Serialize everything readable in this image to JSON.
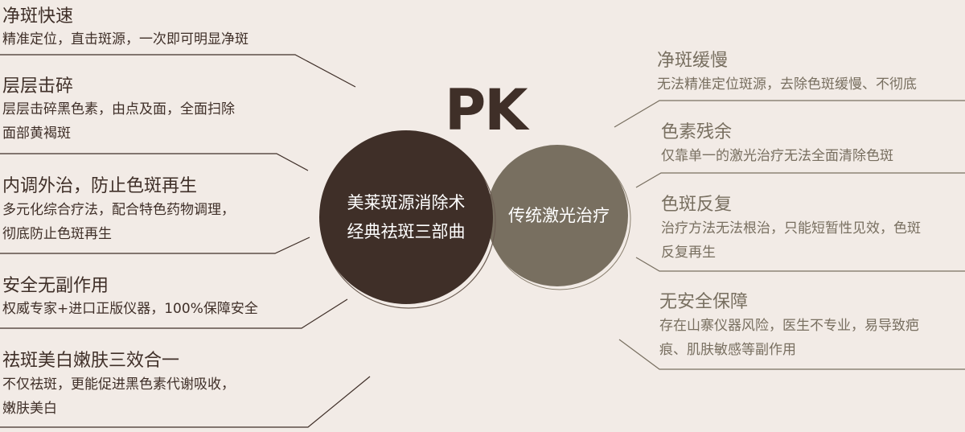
{
  "pk_label": "PK",
  "left_circle": {
    "line1": "美莱斑源消除术",
    "line2": "经典祛斑三部曲"
  },
  "right_circle": {
    "label": "传统激光治疗"
  },
  "left_items": [
    {
      "title": "净斑快速",
      "desc": [
        "精准定位，直击斑源，一次即可明显净斑"
      ]
    },
    {
      "title": "层层击碎",
      "desc": [
        "层层击碎黑色素，由点及面，全面扫除",
        "面部黄褐斑"
      ]
    },
    {
      "title": "内调外治，防止色斑再生",
      "desc": [
        "多元化综合疗法，配合特色药物调理，",
        "彻底防止色斑再生"
      ]
    },
    {
      "title": "安全无副作用",
      "desc": [
        "权威专家+进口正版仪器，100%保障安全"
      ]
    },
    {
      "title": "祛斑美白嫩肤三效合一",
      "desc": [
        "不仅祛斑，更能促进黑色素代谢吸收，",
        "嫩肤美白"
      ]
    }
  ],
  "right_items": [
    {
      "title": "净斑缓慢",
      "desc": [
        "无法精准定位斑源，去除色斑缓慢、不彻底"
      ]
    },
    {
      "title": "色素残余",
      "desc": [
        "仅靠单一的激光治疗无法全面清除色斑"
      ]
    },
    {
      "title": "色斑反复",
      "desc": [
        "治疗方法无法根治，只能短暂性见效，色斑",
        "反复再生"
      ]
    },
    {
      "title": "无安全保障",
      "desc": [
        "存在山寨仪器风险，医生不专业，易导致疤",
        "痕、肌肤敏感等副作用"
      ]
    }
  ],
  "colors": {
    "background": "#f2ebe6",
    "dark": "#3f2f28",
    "grey": "#786f60"
  }
}
